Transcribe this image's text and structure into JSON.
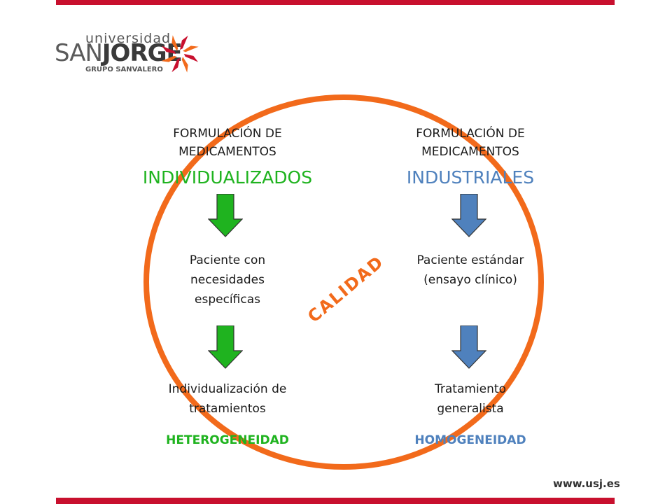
{
  "colors": {
    "accent_red": "#c8102e",
    "green": "#1fb31f",
    "blue": "#4f81bd",
    "orange": "#f26a1b"
  },
  "logo": {
    "top_word": "universidad",
    "name_part1": "SAN",
    "name_part2": "JORGE",
    "subtitle": "GRUPO SANVALERO"
  },
  "left": {
    "heading": "FORMULACIÓN DE MEDICAMENTOS",
    "title": "INDIVIDUALIZADOS",
    "middle": "Paciente con necesidades específicas",
    "bottom": "Individualización de tratamientos",
    "footer": "HETEROGENEIDAD"
  },
  "right": {
    "heading": "FORMULACIÓN DE MEDICAMENTOS",
    "title": "INDUSTRIALES",
    "middle": "Paciente estándar (ensayo clínico)",
    "bottom": "Tratamiento generalista",
    "footer": "HOMOGENEIDAD"
  },
  "center_label": "CALIDAD",
  "url": "www.usj.es"
}
